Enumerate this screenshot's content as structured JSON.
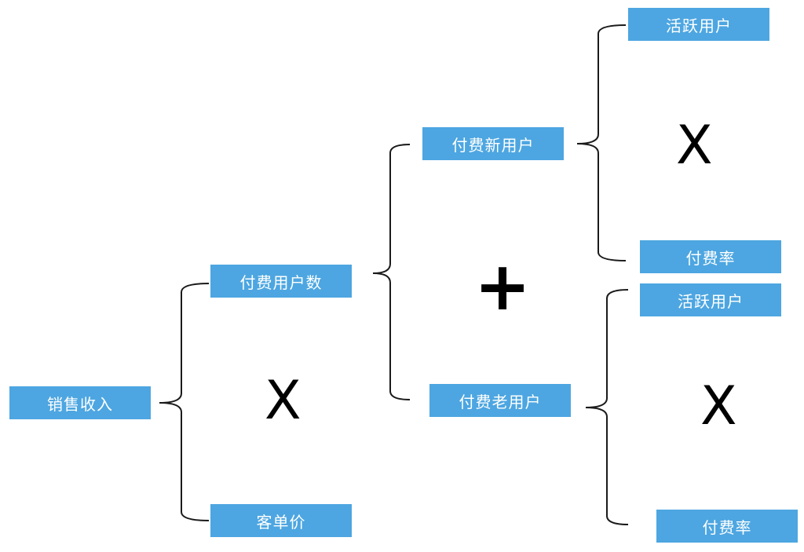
{
  "colors": {
    "node_bg": "#4da6e1",
    "node_text": "#ffffff",
    "line": "#1a1a1a"
  },
  "nodes": {
    "sales_revenue": "销售收入",
    "paying_users": "付费用户数",
    "avg_order_value": "客单价",
    "new_paying_users": "付费新用户",
    "old_paying_users": "付费老用户",
    "new_active_users": "活跃用户",
    "new_pay_rate": "付费率",
    "old_active_users": "活跃用户",
    "old_pay_rate": "付费率"
  },
  "operators": {
    "multiply_1": "X",
    "plus": "+",
    "multiply_2": "X",
    "multiply_3": "X"
  }
}
